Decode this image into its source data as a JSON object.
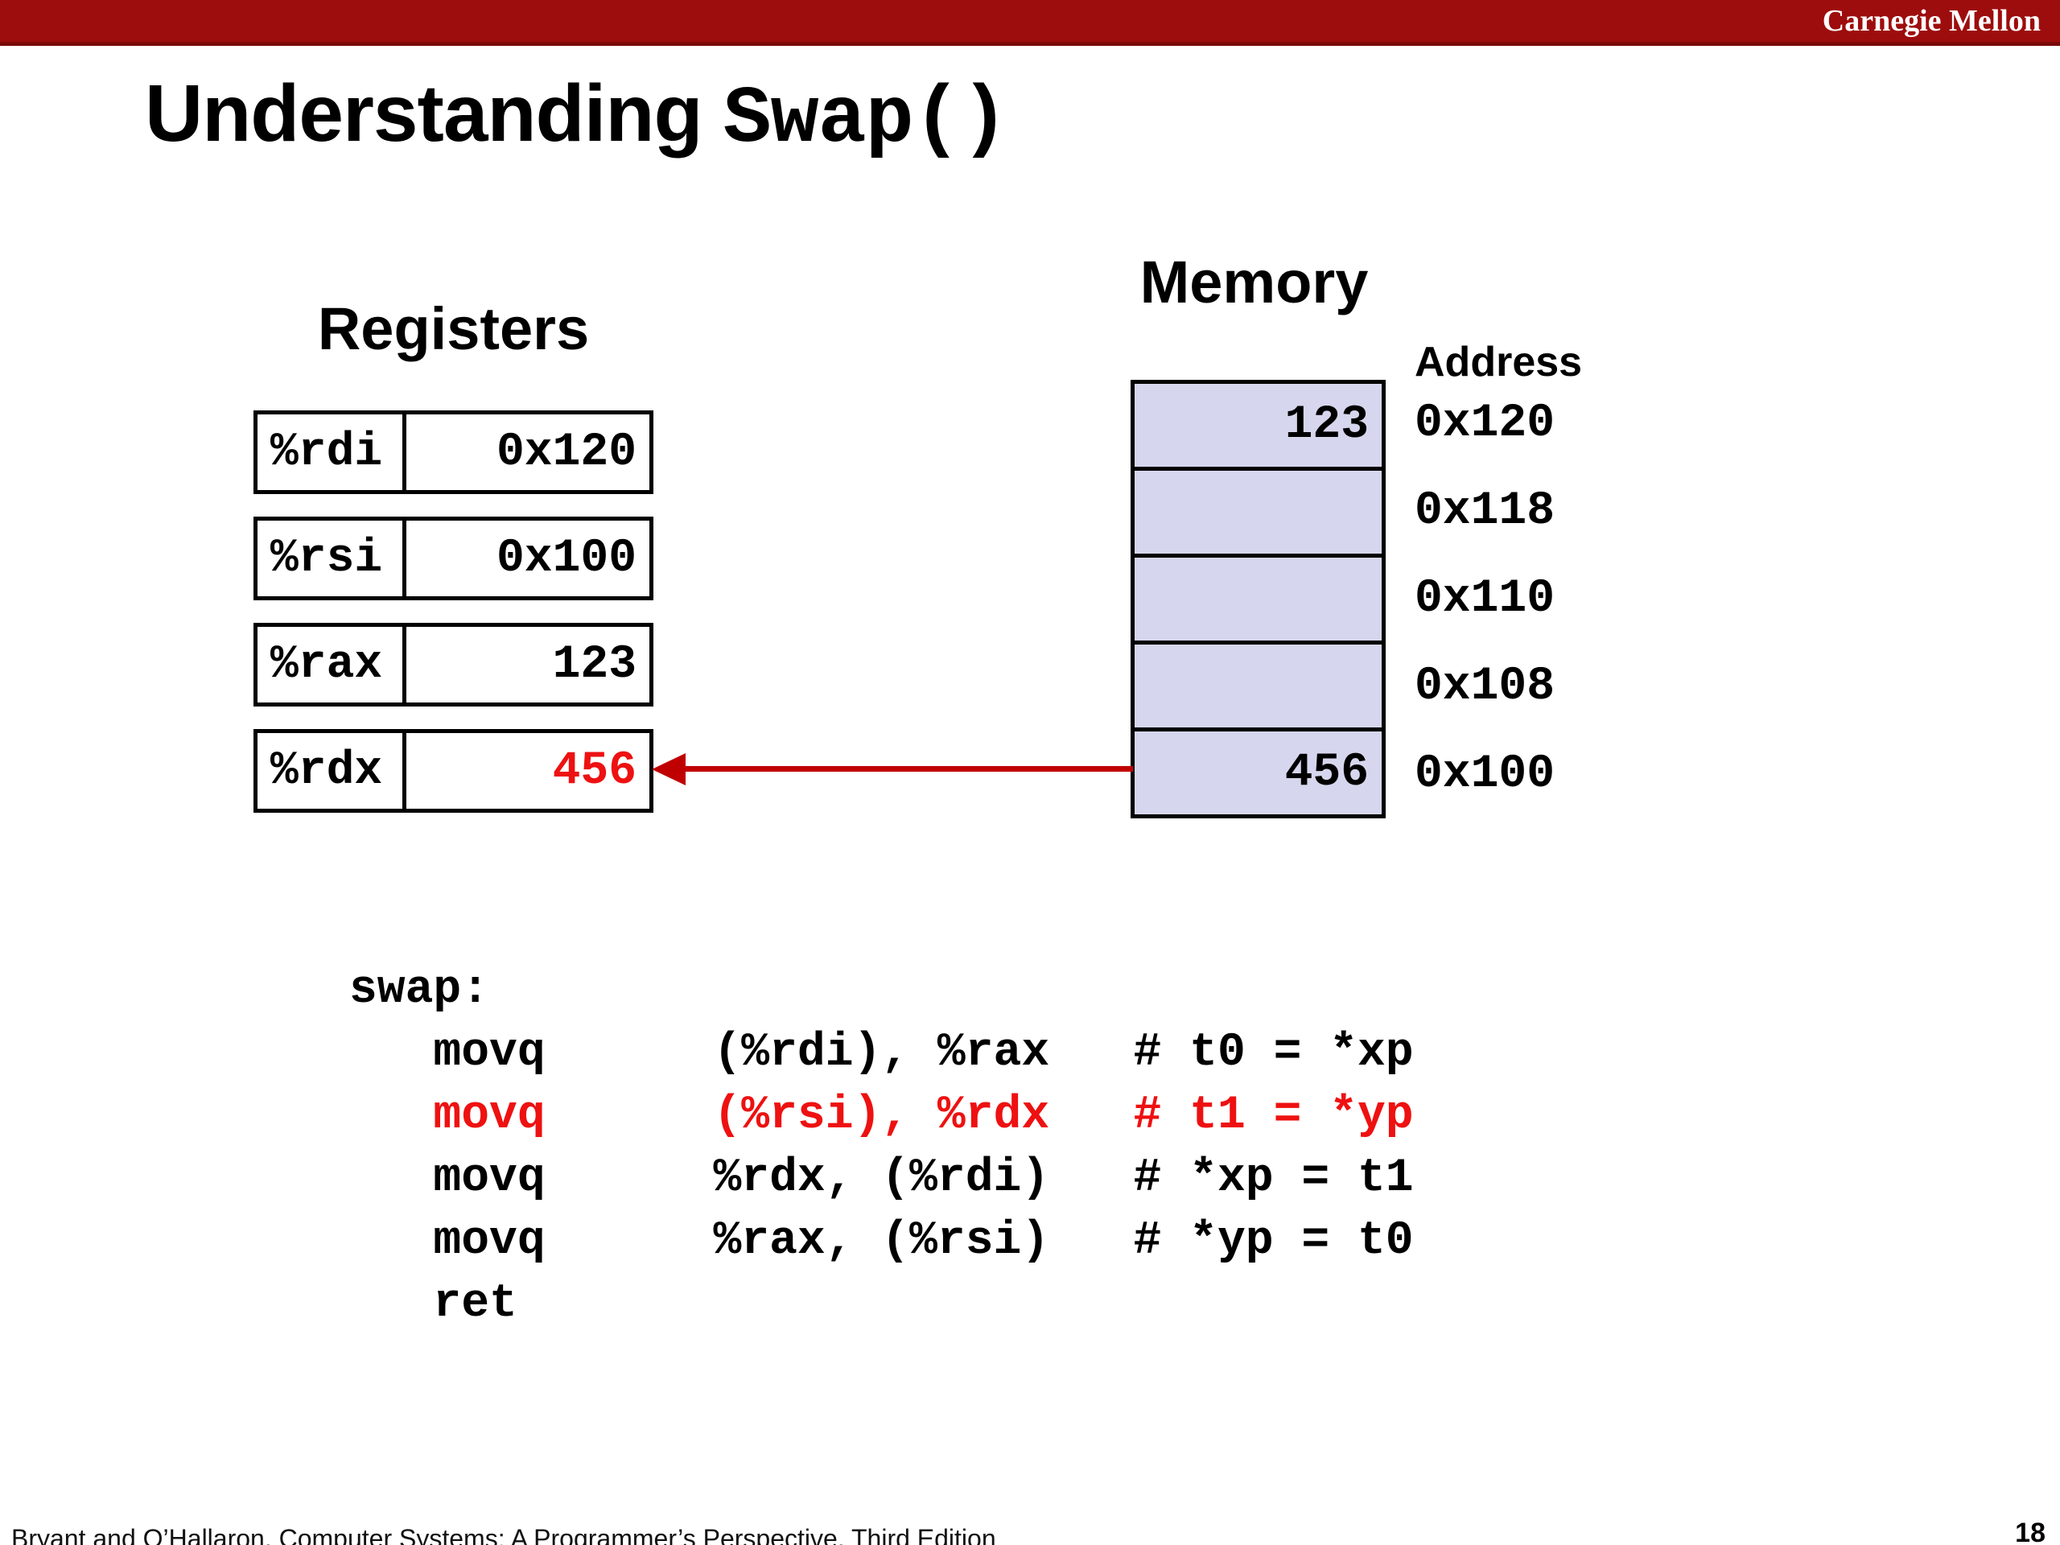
{
  "header": {
    "brand": "Carnegie Mellon"
  },
  "title": {
    "prefix": "Understanding",
    "code": "Swap()"
  },
  "registers": {
    "label": "Registers",
    "rows": [
      {
        "name": "%rdi",
        "value": "0x120",
        "highlight": false
      },
      {
        "name": "%rsi",
        "value": "0x100",
        "highlight": false
      },
      {
        "name": "%rax",
        "value": "123",
        "highlight": false
      },
      {
        "name": "%rdx",
        "value": "456",
        "highlight": true
      }
    ]
  },
  "memory": {
    "label": "Memory",
    "address_label": "Address",
    "cells": [
      {
        "value": "123",
        "address": "0x120"
      },
      {
        "value": "",
        "address": "0x118"
      },
      {
        "value": "",
        "address": "0x110"
      },
      {
        "value": "",
        "address": "0x108"
      },
      {
        "value": "456",
        "address": "0x100"
      }
    ]
  },
  "code": {
    "lines": [
      {
        "text": "swap:",
        "highlight": false
      },
      {
        "text": "   movq      (%rdi), %rax   # t0 = *xp",
        "highlight": false
      },
      {
        "text": "   movq      (%rsi), %rdx   # t1 = *yp",
        "highlight": true
      },
      {
        "text": "   movq      %rdx, (%rdi)   # *xp = t1",
        "highlight": false
      },
      {
        "text": "   movq      %rax, (%rsi)   # *yp = t0",
        "highlight": false
      },
      {
        "text": "   ret",
        "highlight": false
      }
    ]
  },
  "footer": {
    "citation": "Bryant and O’Hallaron, Computer Systems: A Programmer’s Perspective, Third Edition",
    "page": "18"
  },
  "colors": {
    "bar": "#9e0d0d",
    "bar_edge": "#7a0a0a",
    "highlight": "#ee1111",
    "arrow": "#c00000",
    "memory_fill": "#d6d6ee"
  }
}
